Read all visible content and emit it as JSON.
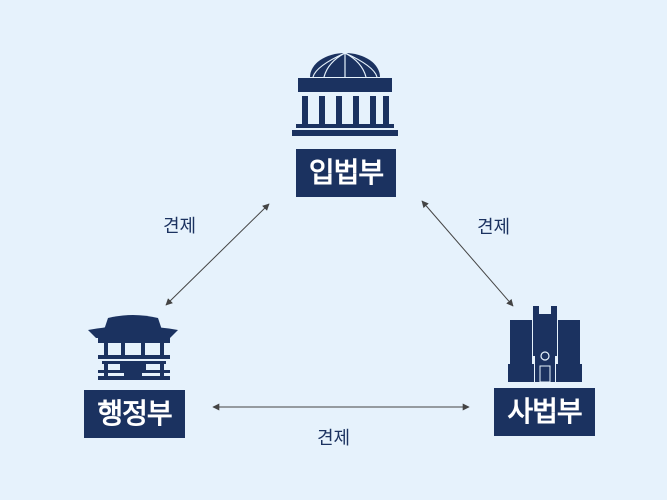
{
  "colors": {
    "background": "#e6f2fc",
    "navy": "#1b3260",
    "arrow": "#444444"
  },
  "nodes": {
    "legislative": {
      "label": "입법부",
      "icon": "legislature-building-icon"
    },
    "executive": {
      "label": "행정부",
      "icon": "traditional-palace-icon"
    },
    "judicial": {
      "label": "사법부",
      "icon": "court-building-icon"
    }
  },
  "edges": {
    "legislative_executive": "견제",
    "legislative_judicial": "견제",
    "executive_judicial": "견제"
  }
}
